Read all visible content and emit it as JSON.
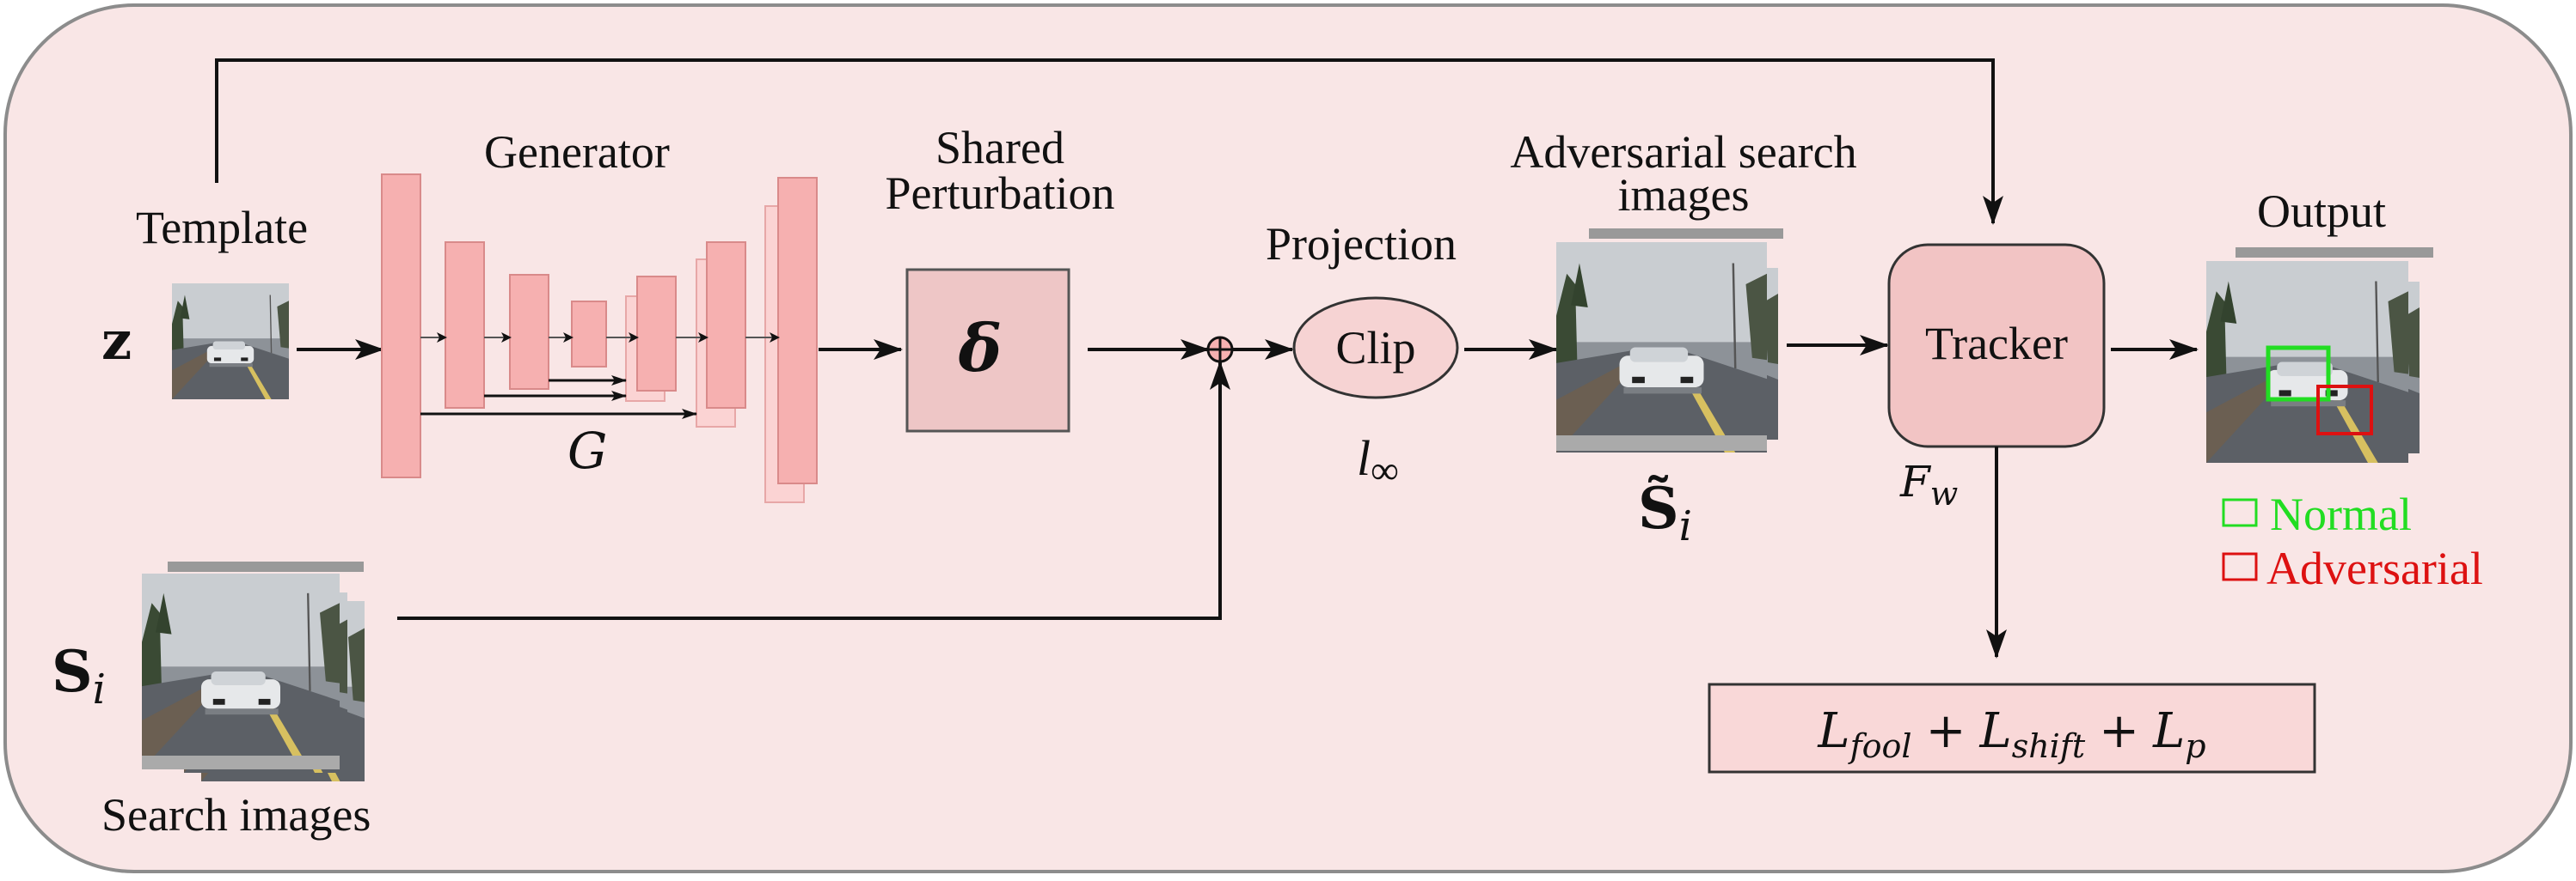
{
  "colors": {
    "background": "#f9e6e6",
    "frame_stroke": "#8c8c8c",
    "generator_block": "#f6b0b0",
    "generator_block_light": "#fbd3d3",
    "generator_stroke": "#d98a8a",
    "delta_box": "#eec6c6",
    "clip_ellipse": "#f6d3d3",
    "tracker_box": "#f2c4c4",
    "loss_box": "#f9d8d8",
    "normal": "#22dd22",
    "adversarial": "#dd1111",
    "arrow": "#111111"
  },
  "labels": {
    "template": "Template",
    "template_symbol": "z",
    "generator": "Generator",
    "generator_symbol": "G",
    "shared_perturbation_line1": "Shared",
    "shared_perturbation_line2": "Perturbation",
    "delta_symbol": "δ",
    "projection": "Projection",
    "clip": "Clip",
    "l_inf_base": "l",
    "l_inf_sub": "∞",
    "adversarial_search_line1": "Adversarial search",
    "adversarial_search_line2": "images",
    "s_tilde_base": "S̃",
    "s_tilde_sub": "i",
    "tracker": "Tracker",
    "tracker_fn_base": "F",
    "tracker_fn_sub": "w",
    "output": "Output",
    "legend_normal": "Normal",
    "legend_adversarial": "Adversarial",
    "search_images": "Search images",
    "s_base": "S",
    "s_sub": "i",
    "loss_l1": "L",
    "loss_s1": "fool",
    "loss_plus1": "+",
    "loss_l2": "L",
    "loss_s2": "shift",
    "loss_plus2": "+",
    "loss_l3": "L",
    "loss_s3": "p",
    "oplus": "⊕"
  },
  "icons": {
    "road_scene_thumbnail": "road-car-image",
    "image_stack": "image-stack"
  }
}
